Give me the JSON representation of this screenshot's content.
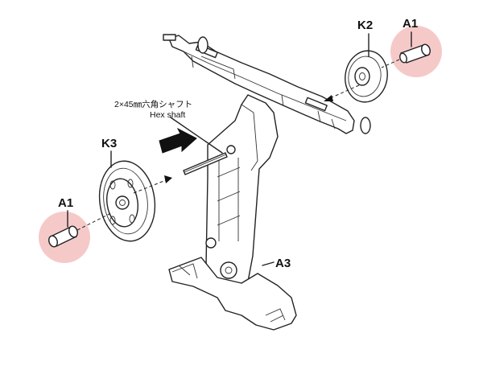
{
  "labels": {
    "a1_top": "A1",
    "k2": "K2",
    "caption_jp": "2×45㎜六角シャフト",
    "caption_en": "Hex shaft",
    "k3": "K3",
    "a1_left": "A1",
    "a3": "A3"
  },
  "colors": {
    "highlight": "#f6c9c9",
    "line": "#222222",
    "background": "#ffffff"
  },
  "icons": {
    "direction_arrow": "bold-arrow-icon"
  }
}
